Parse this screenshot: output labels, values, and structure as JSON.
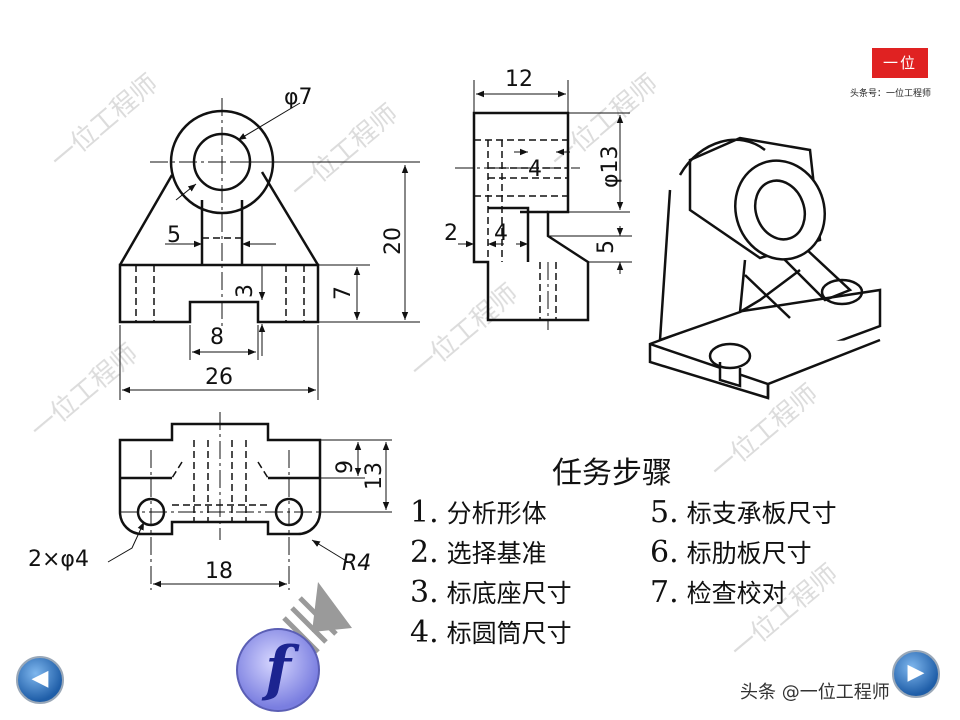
{
  "watermark_text": "一位工程师",
  "brand": {
    "logo_text": "一位",
    "subtitle": "头条号：一位工程师"
  },
  "drawing": {
    "front_view": {
      "phi7": "φ7",
      "d5": "5",
      "d20": "20",
      "d3": "3",
      "d7": "7",
      "d8": "8",
      "d26": "26"
    },
    "side_view": {
      "d12": "12",
      "phi13": "φ13",
      "d4_top": "4",
      "d2": "2",
      "d4": "4",
      "d5": "5"
    },
    "top_view": {
      "d9": "9",
      "d13": "13",
      "holes": "2×φ4",
      "d18": "18",
      "r4": "R4"
    }
  },
  "steps": {
    "title": "任务步骤",
    "items": [
      {
        "num": "1.",
        "label": "分析形体"
      },
      {
        "num": "2.",
        "label": "选择基准"
      },
      {
        "num": "3.",
        "label": "标底座尺寸"
      },
      {
        "num": "4.",
        "label": "标圆筒尺寸"
      },
      {
        "num": "5.",
        "label": "标支承板尺寸"
      },
      {
        "num": "6.",
        "label": "标肋板尺寸"
      },
      {
        "num": "7.",
        "label": "检查校对"
      }
    ]
  },
  "nav": {
    "prev_label": "◀",
    "next_label": "▶",
    "flash_label": "f"
  },
  "credit": "头条 @一位工程师",
  "colors": {
    "line": "#111111",
    "brand_red": "#e02222",
    "nav_blue": "#1f5ea8"
  }
}
